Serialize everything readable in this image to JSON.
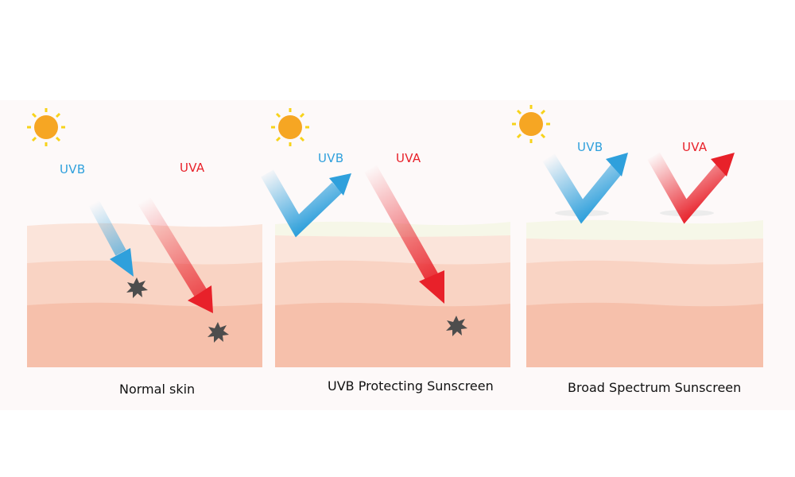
{
  "colors": {
    "uvb": "#2fa0dc",
    "uva": "#e8212a",
    "sun": "#f6a623",
    "sun_rays": "#f7d31b",
    "skin_top": "#fbe4da",
    "skin_mid": "#f9d3c3",
    "skin_bottom": "#f6c0ab",
    "sunscreen": "#f6f7e8",
    "damage": "#4d4d4d"
  },
  "icons": {
    "sun": "sun-icon",
    "damage": "damage-burst-icon"
  },
  "panels": [
    {
      "uvb_label": "UVB",
      "uva_label": "UVA",
      "caption": "Normal skin"
    },
    {
      "uvb_label": "UVB",
      "uva_label": "UVA",
      "caption": "UVB Protecting Sunscreen"
    },
    {
      "uvb_label": "UVB",
      "uva_label": "UVA",
      "caption": "Broad Spectrum Sunscreen"
    }
  ]
}
